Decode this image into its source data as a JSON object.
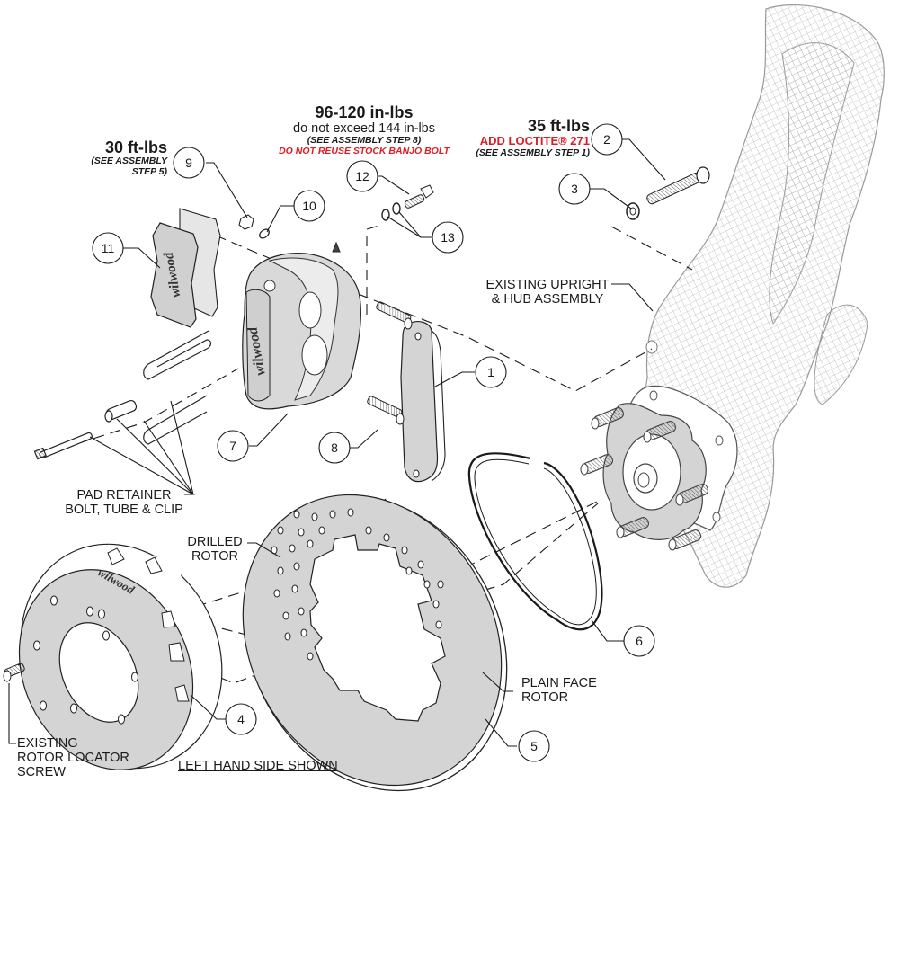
{
  "diagram": {
    "title": "Brake kit exploded assembly diagram",
    "colors": {
      "line": "#1a1a1a",
      "part_fill": "#d4d4d4",
      "mesh": "#b5b5b5",
      "warning": "#e01b22"
    }
  },
  "torque_specs": {
    "item9": {
      "value": "30 ft-lbs",
      "note_line1": "(SEE ASSEMBLY",
      "note_line2": "STEP 5)"
    },
    "item12": {
      "value": "96-120 in-lbs",
      "limit": "do not exceed 144 in-lbs",
      "note": "(SEE ASSEMBLY STEP 8)",
      "warning": "DO NOT REUSE STOCK BANJO BOLT"
    },
    "item2": {
      "value": "35 ft-lbs",
      "warning": "ADD LOCTITE® 271",
      "note": "(SEE ASSEMBLY STEP 1)"
    }
  },
  "labels": {
    "upright_line1": "EXISTING UPRIGHT",
    "upright_line2": "& HUB ASSEMBLY",
    "pad_retainer_line1": "PAD RETAINER",
    "pad_retainer_line2": "BOLT, TUBE & CLIP",
    "drilled_rotor_line1": "DRILLED",
    "drilled_rotor_line2": "ROTOR",
    "plain_rotor_line1": "PLAIN FACE",
    "plain_rotor_line2": "ROTOR",
    "locator_line1": "EXISTING",
    "locator_line2": "ROTOR LOCATOR",
    "locator_line3": "SCREW",
    "side_note": "LEFT HAND SIDE SHOWN"
  },
  "brand": "wilwood",
  "callouts": [
    {
      "number": "1",
      "part": "caliper-bracket"
    },
    {
      "number": "2",
      "part": "bracket-bolt"
    },
    {
      "number": "3",
      "part": "bracket-washer"
    },
    {
      "number": "4",
      "part": "rotor-hat"
    },
    {
      "number": "5",
      "part": "rotor"
    },
    {
      "number": "6",
      "part": "retaining-ring"
    },
    {
      "number": "7",
      "part": "caliper"
    },
    {
      "number": "8",
      "part": "caliper-mounting-stud"
    },
    {
      "number": "9",
      "part": "caliper-nut"
    },
    {
      "number": "10",
      "part": "caliper-washer"
    },
    {
      "number": "11",
      "part": "brake-pads"
    },
    {
      "number": "12",
      "part": "banjo-bolt"
    },
    {
      "number": "13",
      "part": "banjo-crush-washers"
    }
  ]
}
